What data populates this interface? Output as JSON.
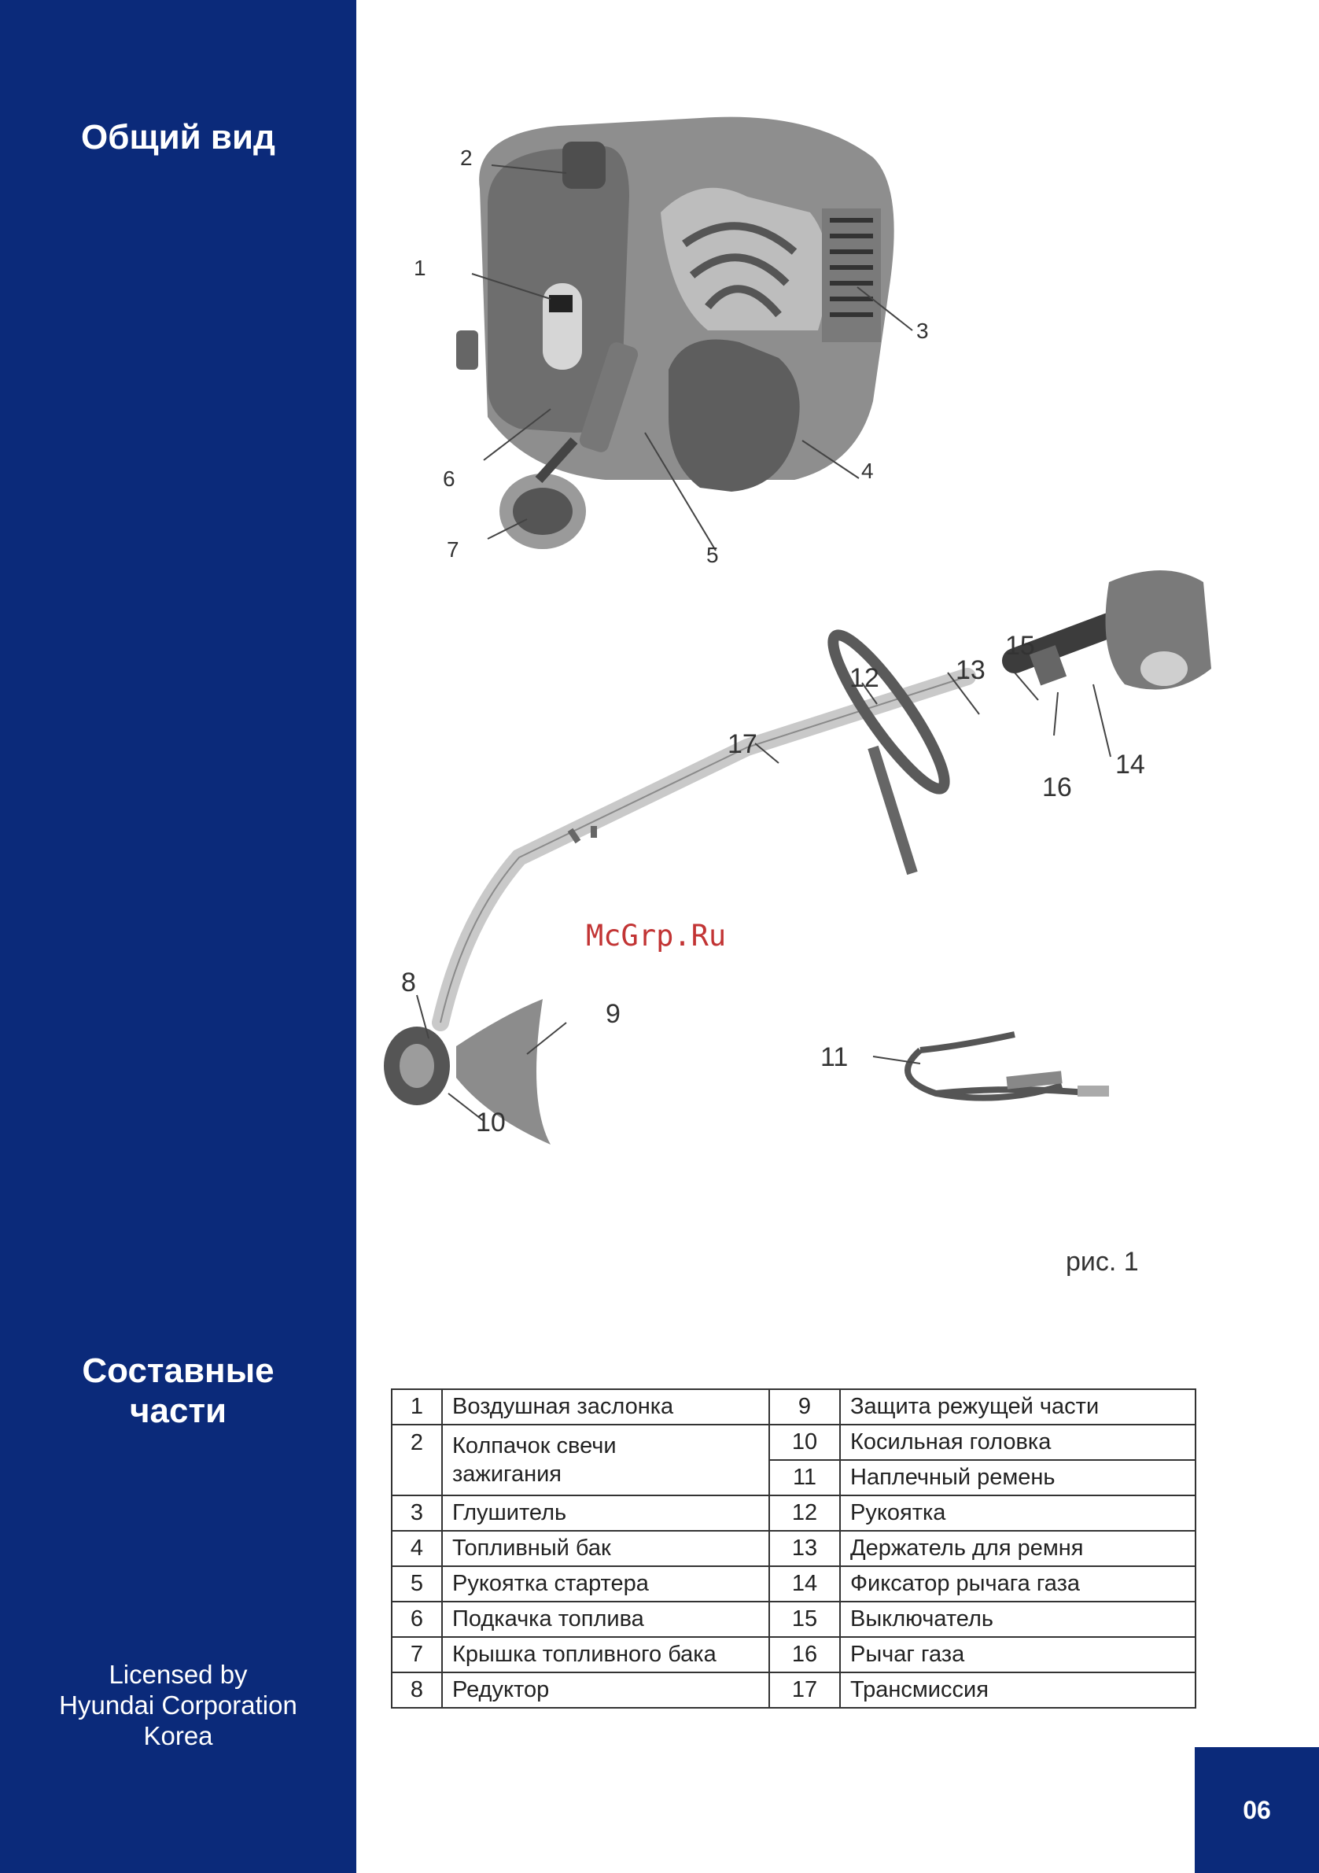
{
  "sidebar": {
    "section1_title": "Общий вид",
    "section2_title_line1": "Составные",
    "section2_title_line2": "части",
    "license_line1": "Licensed by",
    "license_line2": "Hyundai Corporation",
    "license_line3": "Korea",
    "bg_color": "#0b2a7a"
  },
  "figure": {
    "callouts": [
      "1",
      "2",
      "3",
      "4",
      "5",
      "6",
      "7",
      "8",
      "9",
      "10",
      "11",
      "12",
      "13",
      "14",
      "15",
      "16",
      "17"
    ],
    "caption": "рис. 1",
    "watermark": "McGrp.Ru"
  },
  "parts_table": {
    "left": [
      {
        "num": "1",
        "name": "Воздушная заслонка"
      },
      {
        "num": "2",
        "name_line1": "Колпачок свечи",
        "name_line2": "зажигания"
      },
      {
        "num": "3",
        "name": "Глушитель"
      },
      {
        "num": "4",
        "name": "Топливный бак"
      },
      {
        "num": "5",
        "name": "Рукоятка стартера"
      },
      {
        "num": "6",
        "name": "Подкачка топлива"
      },
      {
        "num": "7",
        "name": "Крышка топливного бака"
      },
      {
        "num": "8",
        "name": "Редуктор"
      }
    ],
    "right": [
      {
        "num": "9",
        "name": "Защита режущей части"
      },
      {
        "num": "10",
        "name": "Косильная головка"
      },
      {
        "num": "11",
        "name": "Наплечный ремень"
      },
      {
        "num": "12",
        "name": "Рукоятка"
      },
      {
        "num": "13",
        "name": "Держатель для ремня"
      },
      {
        "num": "14",
        "name": "Фиксатор рычага газа"
      },
      {
        "num": "15",
        "name": "Выключатель"
      },
      {
        "num": "16",
        "name": "Рычаг газа"
      },
      {
        "num": "17",
        "name": "Трансмиссия"
      }
    ]
  },
  "page_number": "06"
}
